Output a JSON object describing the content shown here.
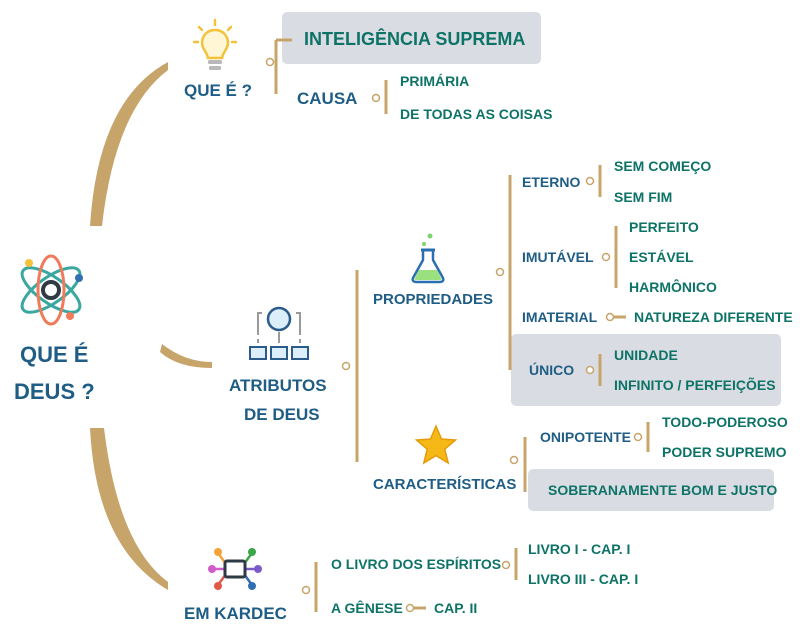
{
  "root": {
    "line1": "QUE É",
    "line2": "DEUS ?"
  },
  "que_e": {
    "label": "QUE É ?",
    "top": "INTELIGÊNCIA SUPREMA",
    "causa": {
      "label": "CAUSA",
      "items": [
        "PRIMÁRIA",
        "DE TODAS AS COISAS"
      ]
    }
  },
  "atributos": {
    "line1": "ATRIBUTOS",
    "line2": "DE DEUS",
    "propriedades": {
      "label": "PROPRIEDADES",
      "eterno": {
        "label": "ETERNO",
        "items": [
          "SEM COMEÇO",
          "SEM FIM"
        ]
      },
      "imutavel": {
        "label": "IMUTÁVEL",
        "items": [
          "PERFEITO",
          "ESTÁVEL",
          "HARMÔNICO"
        ]
      },
      "imaterial": {
        "label": "IMATERIAL",
        "item": "NATUREZA DIFERENTE"
      },
      "unico": {
        "label": "ÚNICO",
        "items": [
          "UNIDADE",
          "INFINITO / PERFEIÇÕES"
        ]
      }
    },
    "caracteristicas": {
      "label": "CARACTERÍSTICAS",
      "onipotente": {
        "label": "ONIPOTENTE",
        "items": [
          "TODO-PODEROSO",
          "PODER SUPREMO"
        ]
      },
      "bom": "SOBERANAMENTE BOM E JUSTO"
    }
  },
  "kardec": {
    "label": "EM KARDEC",
    "livro": {
      "label": "O LIVRO DOS ESPÍRITOS",
      "items": [
        "LIVRO I - CAP. I",
        "LIVRO III - CAP. I"
      ]
    },
    "genese": {
      "label": "A GÊNESE",
      "item": "CAP. II"
    }
  },
  "colors": {
    "branch": "#c7a46a",
    "node_text": "#1f5d85",
    "leaf_text": "#0e7367",
    "highlight": "#d9dde3"
  },
  "icons": [
    "atom-icon",
    "lightbulb-icon",
    "hierarchy-icon",
    "flask-icon",
    "star-icon",
    "network-icon"
  ]
}
